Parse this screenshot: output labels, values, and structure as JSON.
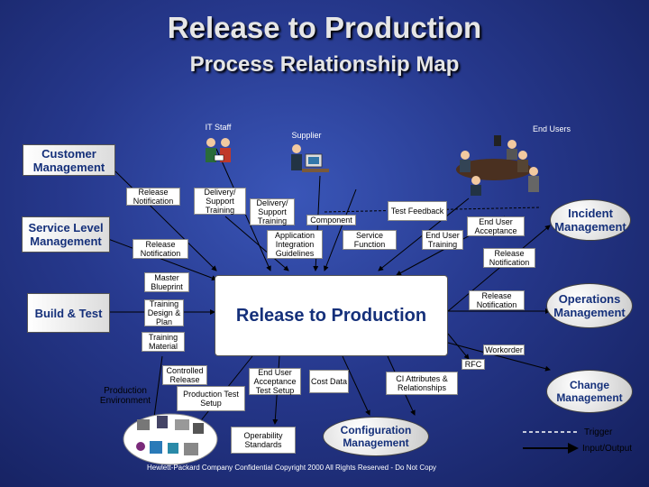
{
  "title": "Release to Production",
  "subtitle": "Process Relationship Map",
  "actors": {
    "it_staff": "IT Staff",
    "supplier": "Supplier",
    "end_users": "End Users"
  },
  "processes": {
    "customer_management": "Customer Management",
    "service_level_management": "Service Level Management",
    "build_test": "Build & Test",
    "release_to_production": "Release to Production",
    "incident_management": "Incident Management",
    "operations_management": "Operations Management",
    "change_management": "Change Management",
    "configuration_management": "Configuration Management"
  },
  "flows": {
    "release_notification_1": "Release Notification",
    "delivery_support_training_1": "Delivery/ Support Training",
    "delivery_support_training_2": "Delivery/ Support Training",
    "test_feedback": "Test Feedback",
    "component": "Component",
    "end_user_acceptance_1": "End User Acceptance",
    "application_integration_guidelines": "Application Integration Guidelines",
    "service_function": "Service Function",
    "end_user_training": "End User Training",
    "release_notification_2": "Release Notification",
    "release_notification_3": "Release Notification",
    "master_blueprint": "Master Blueprint",
    "training_design_plan": "Training Design & Plan",
    "release_notification_4": "Release Notification",
    "training_material": "Training Material",
    "workorder": "Workorder",
    "rfc": "RFC",
    "controlled_release": "Controlled Release",
    "end_user_acceptance_test_setup": "End User Acceptance Test Setup",
    "cost_data": "Cost Data",
    "ci_attributes_relationships": "CI Attributes & Relationships",
    "production_test_setup": "Production Test Setup",
    "operability_standards": "Operability Standards"
  },
  "environment": {
    "production_environment": "Production Environment"
  },
  "legend": {
    "trigger": "Trigger",
    "input_output": "Input/Output"
  },
  "footer": "Hewlett-Packard Company Confidential Copyright 2000 All Rights Reserved - Do Not Copy",
  "colors": {
    "background": "#26388c",
    "process_text": "#15307a",
    "title_text": "#e6e6e6"
  }
}
